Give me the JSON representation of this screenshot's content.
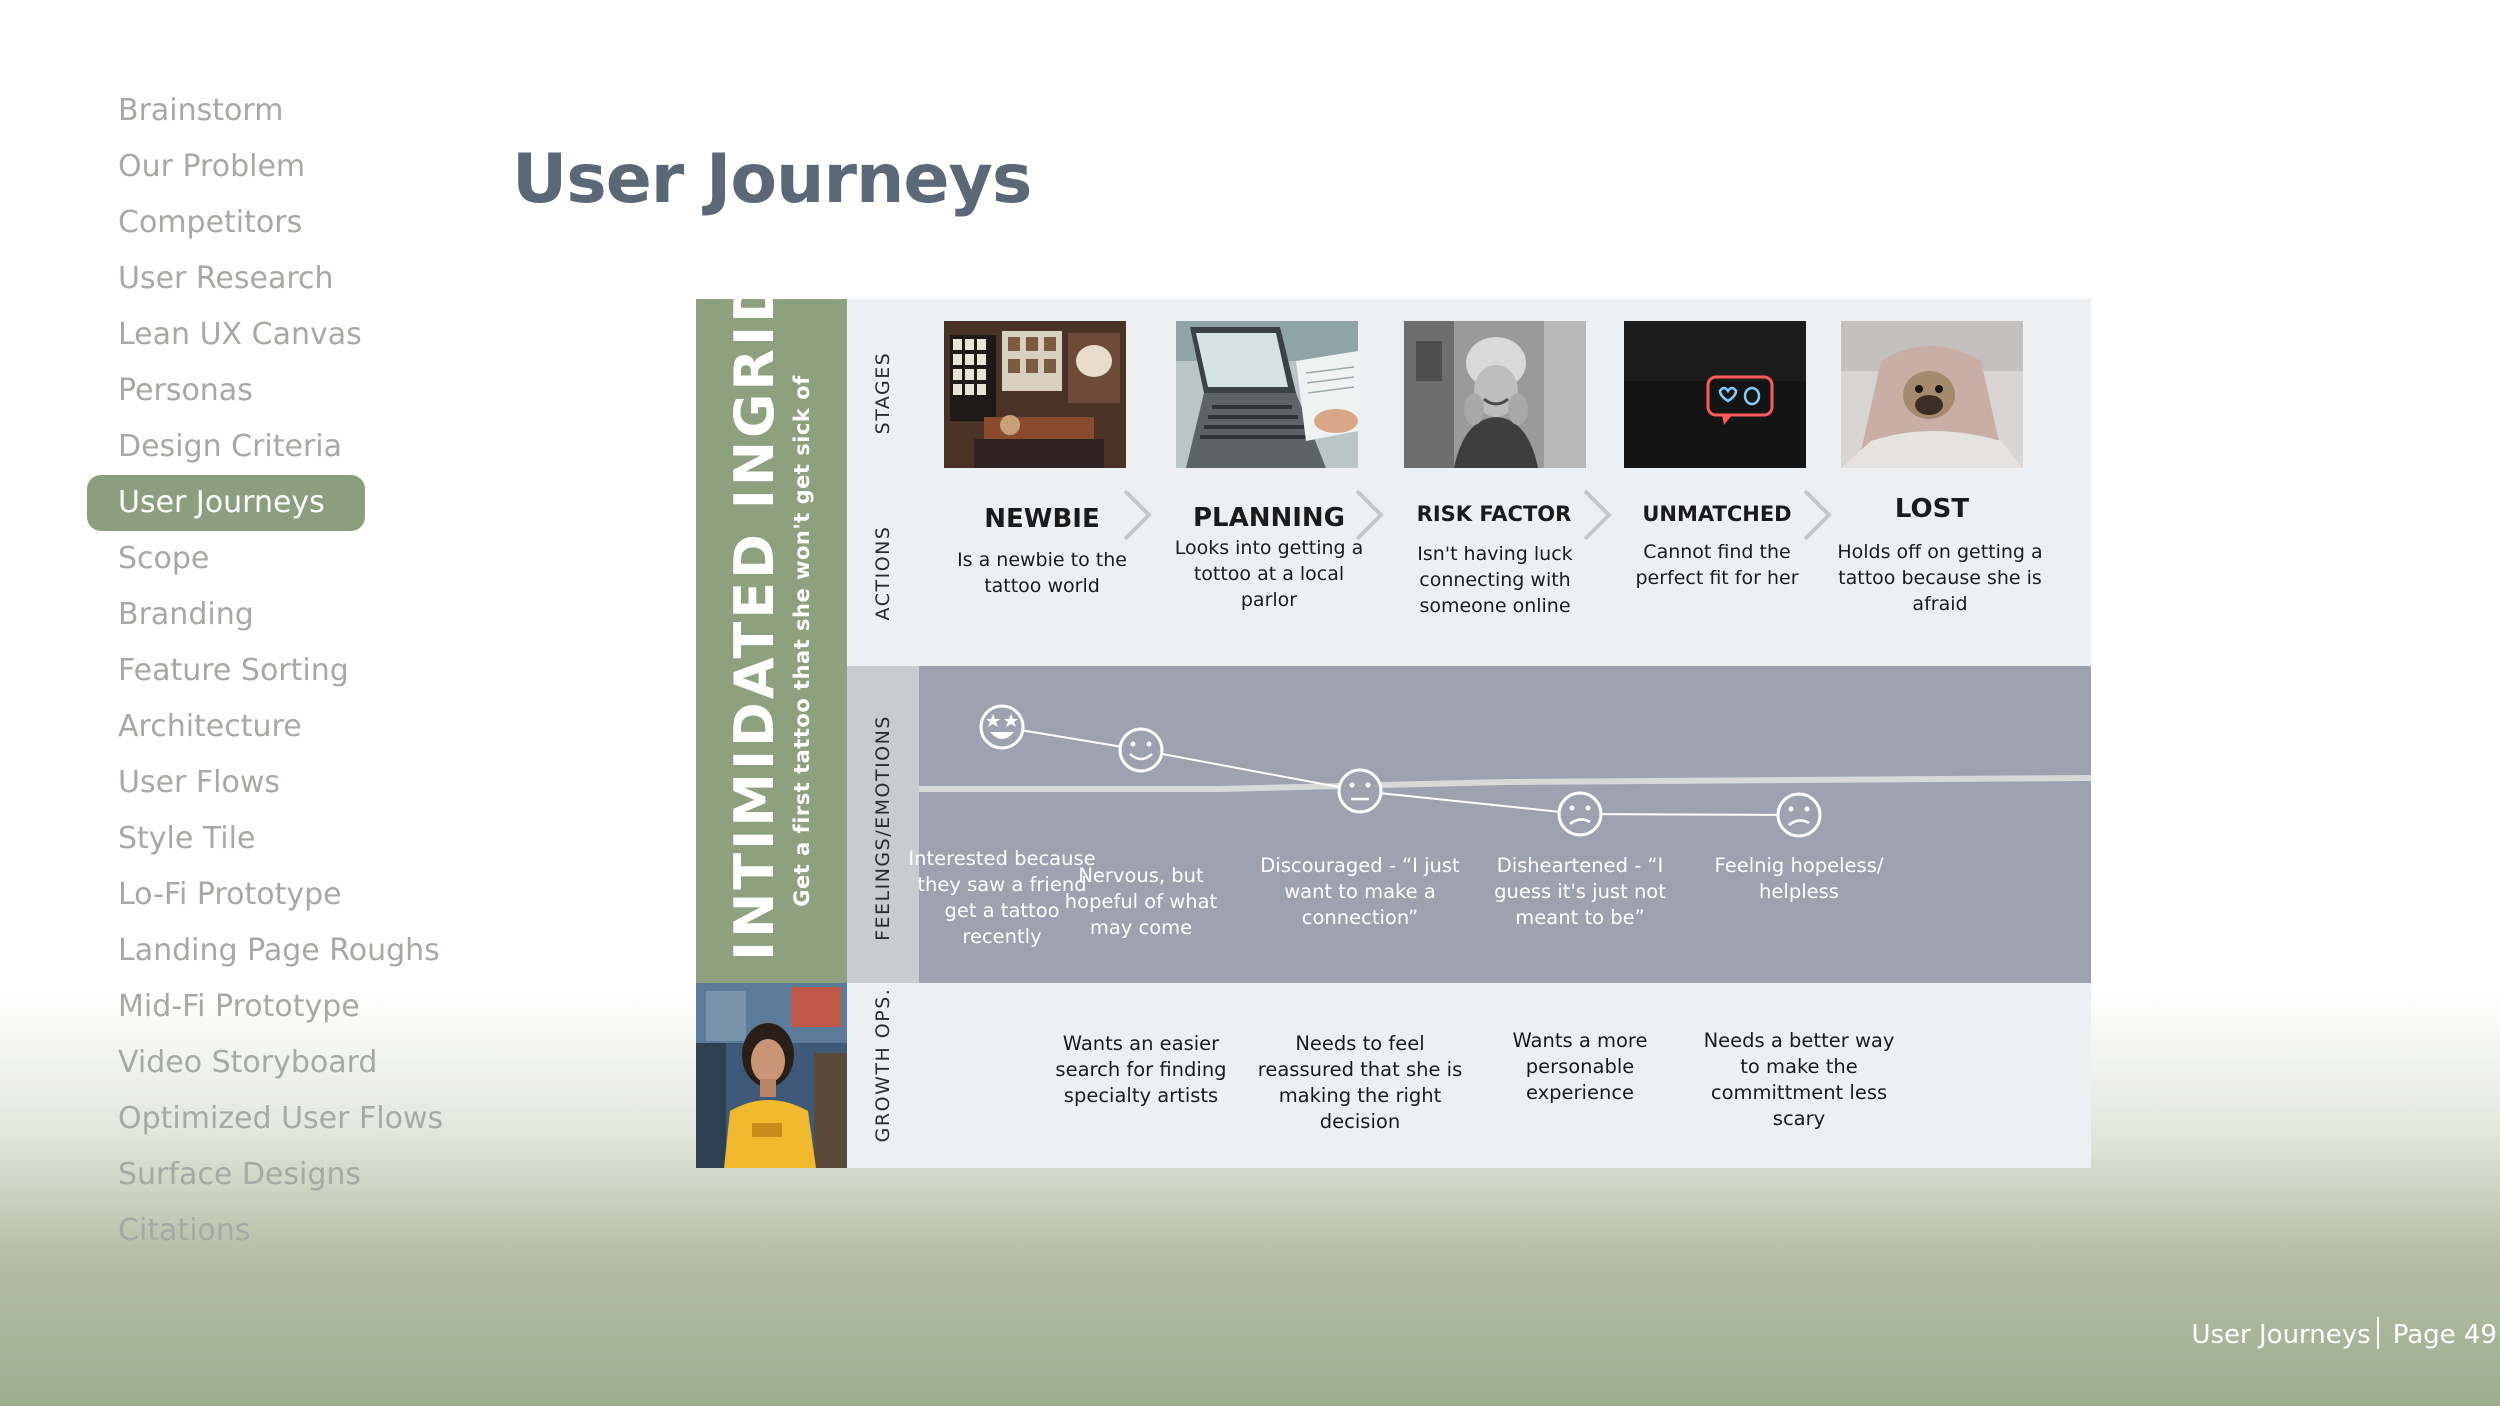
{
  "nav": {
    "items": [
      "Brainstorm",
      "Our Problem",
      "Competitors",
      "User Research",
      "Lean UX Canvas",
      "Personas",
      "Design Criteria",
      "User Journeys",
      "Scope",
      "Branding",
      "Feature Sorting",
      "Architecture",
      "User Flows",
      "Style Tile",
      "Lo-Fi Prototype",
      "Landing Page Roughs",
      "Mid-Fi Prototype",
      "Video Storyboard",
      "Optimized User Flows",
      "Surface Designs",
      "Citations"
    ],
    "active": "User Journeys"
  },
  "page": {
    "title": "User Journeys"
  },
  "persona": {
    "name": "INTIMIDATED INGRID",
    "goal": "Get a first tattoo that she won't get sick of"
  },
  "row_labels": {
    "stages": "STAGES",
    "actions": "ACTIONS",
    "feelings": "FEELINGS/EMOTIONS",
    "growth": "GROWTH OPS."
  },
  "stages": [
    {
      "name": "NEWBIE",
      "action": "Is a newbie to the tattoo world",
      "feeling": "Interested because they saw a friend get a tattoo recently",
      "emotion": "star-struck-face-icon",
      "growth": ""
    },
    {
      "name": "PLANNING",
      "action": "Looks into getting a tottoo at a local parlor",
      "feeling": "Nervous, but hopeful of what may come",
      "emotion": "smiling-face-icon",
      "growth": "Wants an easier search for finding specialty artists"
    },
    {
      "name": "RISK FACTOR",
      "action": "Isn't having luck connecting with someone online",
      "feeling": "Discouraged - “I just want to make a connection”",
      "emotion": "neutral-face-icon",
      "growth": "Needs to feel reassured that she is making the right decision"
    },
    {
      "name": "UNMATCHED",
      "action": "Cannot find the perfect fit for her",
      "feeling": "Disheartened - “I guess it's just not meant to be”",
      "emotion": "frowning-face-icon",
      "growth": "Wants a more personable experience"
    },
    {
      "name": "LOST",
      "action": "Holds off on getting a tattoo because she is afraid",
      "feeling": "Feelnig hopeless/ helpless",
      "emotion": "frowning-face-icon",
      "growth": "Needs a better way to make the committment less scary"
    }
  ],
  "footer": {
    "section": "User Journeys",
    "page": "Page 49"
  },
  "colors": {
    "sage": "#8da17e",
    "nav_active": "#8b9f7f",
    "title": "#5a6878",
    "feelings_band": "#9ca2af"
  }
}
